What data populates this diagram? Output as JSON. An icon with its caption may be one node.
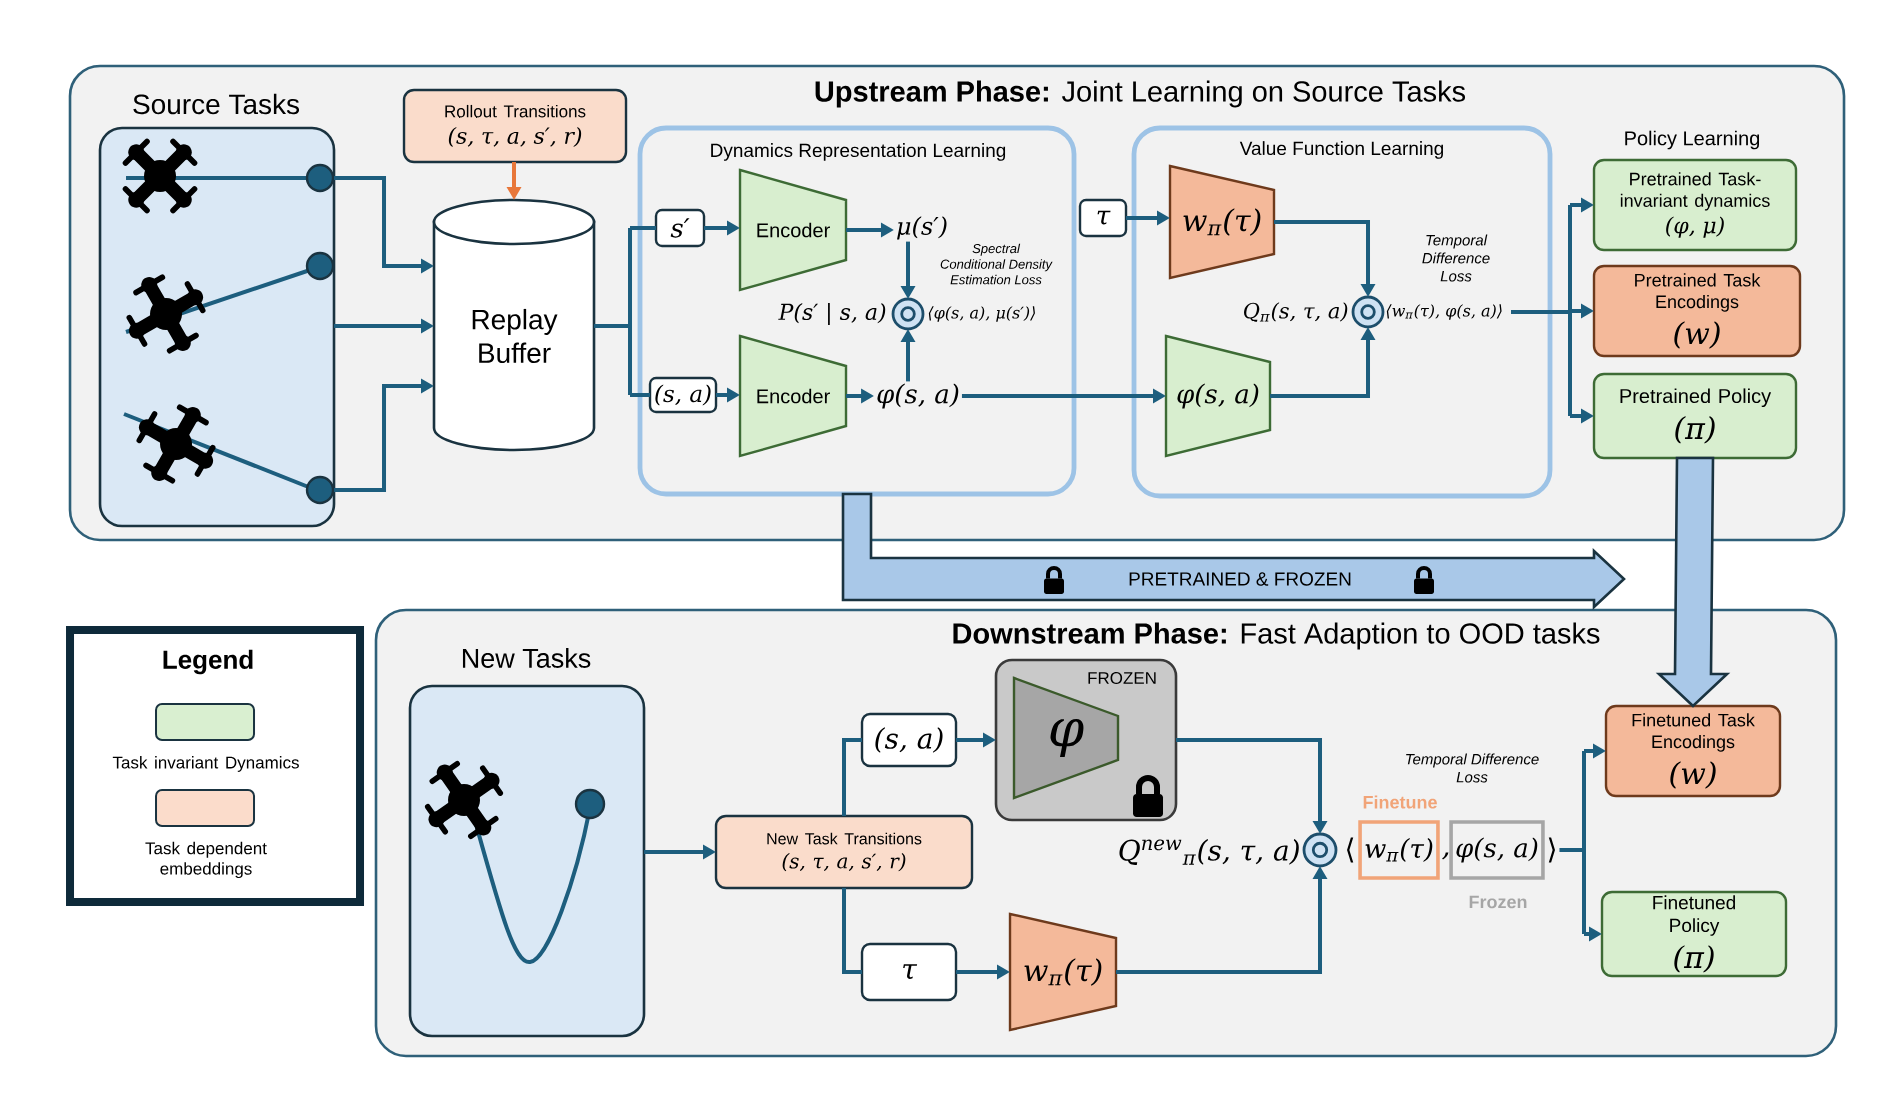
{
  "diagram": {
    "nodes": [
      {
        "text": [
          "**Upstream Phase:** Joint Learning on Source Tasks"
        ]
      },
      {
        "text": [
          "Source Tasks"
        ],
        "in": 0
      },
      {
        "text": [
          "Rollout Transitions",
          "(s, τ, a, s′, r)"
        ],
        "in": 0
      },
      {
        "text": [
          "Replay Buffer"
        ],
        "in": 0
      },
      {
        "text": [
          "Dynamics Representation Learning"
        ],
        "in": 0
      },
      {
        "text": [
          "s′"
        ],
        "in": 4
      },
      {
        "text": [
          "(s, a)"
        ],
        "in": 4
      },
      {
        "text": [
          "Encoder"
        ],
        "in": 4
      },
      {
        "text": [
          "Encoder"
        ],
        "in": 4
      },
      {
        "text": [
          "μ(s′)"
        ],
        "in": 4
      },
      {
        "text": [
          "φ(s, a)"
        ],
        "in": 4
      },
      {
        "text": [],
        "shape": "circle",
        "in": 4,
        "beside": [
          "P(s′ | s, a)",
          "⟨φ(s, a), μ(s′)⟩"
        ]
      },
      {
        "text": [
          "τ"
        ],
        "in": 0
      },
      {
        "text": [
          "Value Function Learning"
        ],
        "in": 0
      },
      {
        "text": [
          "w$_{π}$(τ)"
        ],
        "in": 13
      },
      {
        "text": [
          "φ(s, a)"
        ],
        "in": 13
      },
      {
        "text": [],
        "shape": "circle",
        "in": 13,
        "beside": [
          "Temporal Difference Loss",
          "Q$_{π}$(s, τ, a)",
          "⟨w$_{π}$(τ), φ(s, a)⟩"
        ]
      },
      {
        "text": [
          "Pretrained Task-invariant dynamics",
          "(φ, μ)"
        ],
        "in": 0
      },
      {
        "text": [
          "Pretrained Task Encodings",
          "(w)"
        ],
        "in": 0
      },
      {
        "text": [
          "Pretrained Policy",
          "(π)"
        ],
        "in": 0
      },
      {
        "text": [
          "**Downstream Phase:** Fast Adaption to OOD tasks"
        ]
      },
      {
        "text": [
          "New Tasks"
        ],
        "in": 20
      },
      {
        "text": [
          "New Task Transitions",
          "(s, τ, a, s′, r)"
        ],
        "in": 20
      },
      {
        "text": [
          "(s, a)"
        ],
        "in": 20
      },
      {
        "text": [
          "τ"
        ],
        "in": 20
      },
      {
        "text": [
          "FROZEN"
        ],
        "in": 20
      },
      {
        "text": [
          "φ"
        ],
        "in": 25
      },
      {
        "text": [
          "w$_{π}$(τ)"
        ],
        "in": 20
      },
      {
        "text": [],
        "shape": "circle",
        "in": 20,
        "beside": [
          "Q$^{new}$$_{π}$(s, τ, a)"
        ]
      },
      {
        "text": [
          "w$_{π}$(τ)"
        ],
        "in": 20,
        "beside": [
          "Finetune"
        ]
      },
      {
        "text": [
          "φ(s, a)"
        ],
        "in": 20,
        "beside": [
          "Frozen"
        ]
      },
      {
        "text": [
          "⟩"
        ],
        "in": 20
      },
      {
        "text": [
          "Finetuned Task Encodings",
          "(w)"
        ],
        "in": 20
      },
      {
        "text": [
          "Finetuned Policy",
          "(π)"
        ],
        "in": 20
      }
    ],
    "edges": [
      {
        "from": 1,
        "to": 3,
        "arrow": "to"
      },
      {
        "from": 1,
        "to": 3,
        "arrow": "to"
      },
      {
        "from": 1,
        "to": 3,
        "arrow": "to"
      },
      {
        "from": 2,
        "to": 3,
        "arrow": "to",
        "color": "#e8773a"
      },
      {
        "from": 3,
        "to": 5,
        "arrow": "none"
      },
      {
        "from": 3,
        "to": 6,
        "arrow": "none"
      },
      {
        "from": 5,
        "to": 7,
        "arrow": "to"
      },
      {
        "from": 6,
        "to": 8,
        "arrow": "to"
      },
      {
        "from": 7,
        "to": 9,
        "arrow": "to"
      },
      {
        "from": 8,
        "to": 10,
        "arrow": "to"
      },
      {
        "from": 9,
        "to": 11,
        "arrow": "to"
      },
      {
        "from": 10,
        "to": 11,
        "arrow": "to"
      },
      {
        "from": 10,
        "to": 15,
        "arrow": "to"
      },
      {
        "from": 12,
        "to": 14,
        "arrow": "to"
      },
      {
        "from": 14,
        "to": 16,
        "arrow": "to"
      },
      {
        "from": 15,
        "to": 16,
        "arrow": "to"
      },
      {
        "from": 16,
        "to": 17,
        "arrow": "to"
      },
      {
        "from": 16,
        "to": 18,
        "arrow": "to"
      },
      {
        "from": 16,
        "to": 19,
        "arrow": "to"
      },
      {
        "from": 4,
        "to": null,
        "arrow": "to",
        "label": "PRETRAINED & FROZEN",
        "style": "thick",
        "color": "#a9c8e8"
      },
      {
        "from": 19,
        "to": 32,
        "arrow": "to",
        "style": "thick",
        "color": "#a9c8e8"
      },
      {
        "from": 21,
        "to": 22,
        "arrow": "to"
      },
      {
        "from": 22,
        "to": 23,
        "arrow": "none"
      },
      {
        "from": 22,
        "to": 24,
        "arrow": "none"
      },
      {
        "from": 23,
        "to": 25,
        "arrow": "to"
      },
      {
        "from": 24,
        "to": 27,
        "arrow": "to"
      },
      {
        "from": 25,
        "to": 28,
        "arrow": "to"
      },
      {
        "from": 27,
        "to": 28,
        "arrow": "to"
      },
      {
        "from": 31,
        "to": 32,
        "arrow": "to"
      },
      {
        "from": 31,
        "to": 33,
        "arrow": "to"
      }
    ],
    "labels": [
      "Policy Learning",
      "Spectral Conditional Density Estimation Loss",
      "Legend",
      "Temporal Difference Loss",
      "⟨",
      ","
    ],
    "legend": [
      {
        "text": "Task invariant Dynamics",
        "color": "#d9efd0"
      },
      {
        "text": "Task dependent embeddings",
        "color": "#fbdccb"
      }
    ]
  }
}
